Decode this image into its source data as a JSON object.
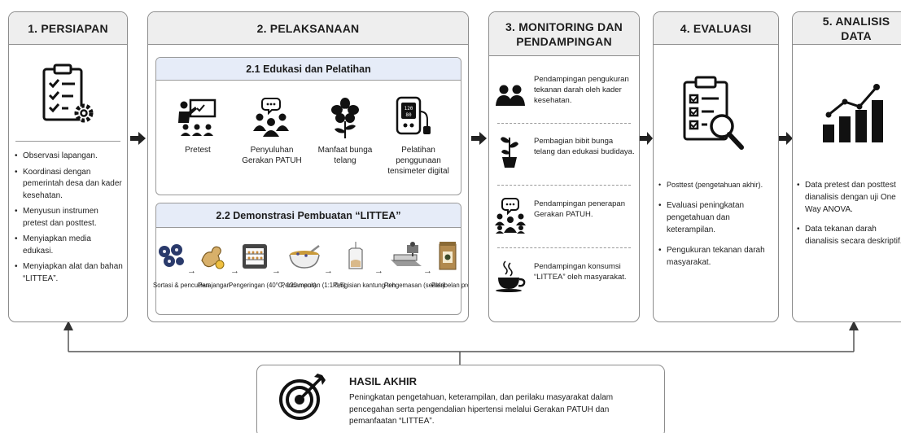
{
  "columns": {
    "persiapan": {
      "title": "1. PERSIAPAN",
      "icon": "clipboard-checklist-gear-icon",
      "bullets": [
        "Observasi lapangan.",
        "Koordinasi dengan pemerintah desa dan kader kesehatan.",
        "Menyusun instrumen pretest dan posttest.",
        "Menyiapkan media edukasi.",
        "Menyiapkan alat dan bahan “LITTEA”."
      ]
    },
    "pelaksanaan": {
      "title": "2. PELAKSANAAN",
      "edukasi": {
        "title": "2.1 Edukasi dan Pelatihan",
        "items": [
          {
            "icon": "teacher-presentation-icon",
            "label": "Pretest"
          },
          {
            "icon": "group-discussion-icon",
            "label": "Penyuluhan Gerakan PATUH"
          },
          {
            "icon": "flower-icon",
            "label": "Manfaat bunga telang"
          },
          {
            "icon": "blood-pressure-monitor-icon",
            "label": "Pelatihan penggunaan tensimeter digital"
          }
        ]
      },
      "demonstrasi": {
        "title": "2.2 Demonstrasi Pembuatan “LITTEA”",
        "steps": [
          {
            "icon": "flowers-icon",
            "label": "Sortasi & pencucian"
          },
          {
            "icon": "ginger-icon",
            "label": "Perajangan"
          },
          {
            "icon": "oven-icon",
            "label": "Pengeringan (40°C, 120 menit)"
          },
          {
            "icon": "mixing-bowl-icon",
            "label": "Pencampuran (1:1:0,5)"
          },
          {
            "icon": "tea-bag-icon",
            "label": "Pengisian kantung teh"
          },
          {
            "icon": "sealer-machine-icon",
            "label": "Pengemasan (sealer)"
          },
          {
            "icon": "product-package-icon",
            "label": "Pelabelan produk"
          }
        ]
      }
    },
    "monitoring": {
      "title": "3. MONITORING DAN PENDAMPINGAN",
      "items": [
        {
          "icon": "two-people-icon",
          "text": "Pendampingan pengukuran tekanan darah oleh kader kesehatan."
        },
        {
          "icon": "seedling-pot-icon",
          "text": "Pembagian bibit bunga telang dan edukasi budidaya."
        },
        {
          "icon": "community-chat-icon",
          "text": "Pendampingan penerapan Gerakan PATUH."
        },
        {
          "icon": "tea-cup-icon",
          "text": "Pendampingan konsumsi “LITTEA” oleh masyarakat."
        }
      ]
    },
    "evaluasi": {
      "title": "4. EVALUASI",
      "icon": "clipboard-magnifier-icon",
      "bullets": [
        "Posttest (pengetahuan akhir).",
        "Evaluasi peningkatan pengetahuan dan keterampilan.",
        "Pengukuran tekanan darah masyarakat."
      ]
    },
    "analisis": {
      "title": "5. ANALISIS DATA",
      "icon": "bar-chart-trend-icon",
      "bullets": [
        "Data pretest dan posttest dianalisis dengan uji One Way ANOVA.",
        "Data tekanan darah dianalisis secara deskriptif."
      ]
    }
  },
  "result": {
    "icon": "target-icon",
    "title": "HASIL AKHIR",
    "text": "Peningkatan pengetahuan, keterampilan, dan perilaku masyarakat dalam pencegahan serta pengendalian hipertensi melalui Gerakan PATUH dan pemanfaatan “LITTEA”."
  }
}
